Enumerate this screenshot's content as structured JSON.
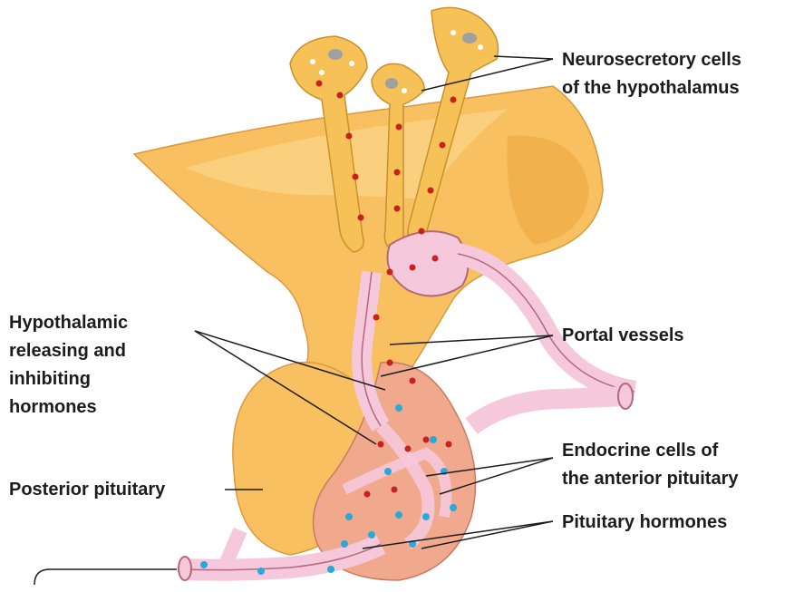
{
  "labels": {
    "neurosecretory": [
      "Neurosecretory cells",
      "of the hypothalamus"
    ],
    "releasing": [
      "Hypothalamic",
      "releasing and",
      "inhibiting",
      "hormones"
    ],
    "portal": "Portal vessels",
    "posterior": "Posterior pituitary",
    "endocrine": [
      "Endocrine cells of",
      "the anterior pituitary"
    ],
    "pituitary_hormones": "Pituitary hormones"
  },
  "colors": {
    "brain_tissue": "#f8c060",
    "brain_dark": "#eba63e",
    "neuron": "#f6c257",
    "anterior_pituitary": "#f0a98c",
    "blood_vessel": "#f6c8dc",
    "vessel_outline": "#b4687a",
    "neurohormone_dot": "#c8211f",
    "pituitary_hormone_dot": "#2ca8d8",
    "leader_line": "#1c1c1c"
  }
}
